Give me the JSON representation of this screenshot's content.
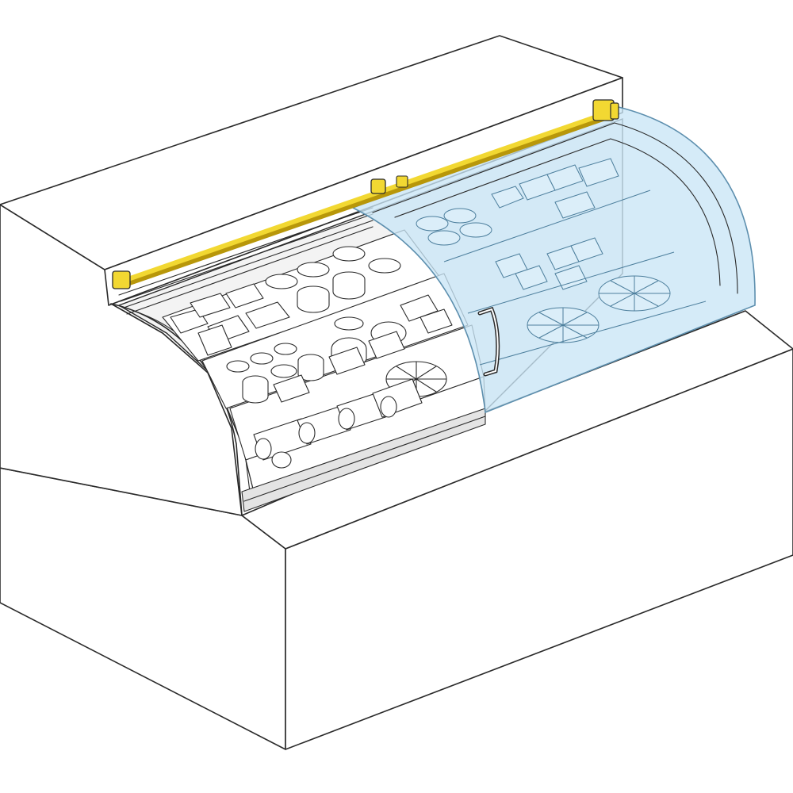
{
  "colors": {
    "body": "#ffffff",
    "interior": "#f4f4f4",
    "shelf": "#eeeeee",
    "outline": "#2a2a2a",
    "glass": "#c9e6f6",
    "glass_edge": "#8ab8d3",
    "rail": "#f2d832",
    "rail_shadow": "#c9a90f"
  },
  "parts": {
    "lower_cabinet": "counter-base",
    "upper_case": "display-case",
    "sliding_door": "curved-glass-door",
    "rail": "door-rail",
    "handle": "door-handle"
  }
}
